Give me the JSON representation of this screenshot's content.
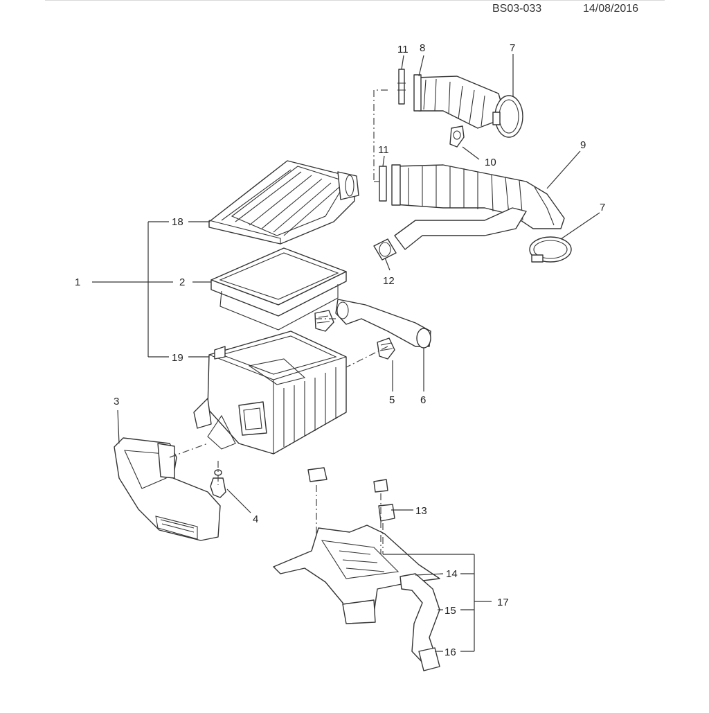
{
  "header": {
    "doc_id": "BS03-033",
    "date": "14/08/2016"
  },
  "callouts": {
    "n1": "1",
    "n2": "2",
    "n3": "3",
    "n4": "4",
    "n5": "5",
    "n6": "6",
    "n7a": "7",
    "n7b": "7",
    "n8": "8",
    "n9": "9",
    "n10": "10",
    "n11a": "11",
    "n11b": "11",
    "n12": "12",
    "n13": "13",
    "n14": "14",
    "n15": "15",
    "n16": "16",
    "n17": "17",
    "n18": "18",
    "n19": "19"
  }
}
